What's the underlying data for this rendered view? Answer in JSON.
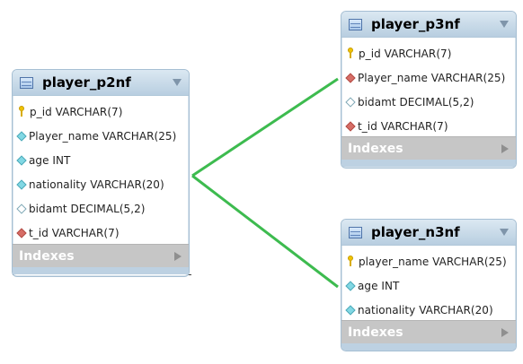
{
  "tables": [
    {
      "id": "player_p2nf",
      "title": "player_p2nf",
      "fields": [
        {
          "icon": "key-icon",
          "label": "p_id VARCHAR(7)"
        },
        {
          "icon": "cyan-diamond-icon",
          "label": "Player_name VARCHAR(25)"
        },
        {
          "icon": "cyan-diamond-icon",
          "label": "age INT"
        },
        {
          "icon": "cyan-diamond-icon",
          "label": "nationality VARCHAR(20)"
        },
        {
          "icon": "white-diamond-icon",
          "label": "bidamt DECIMAL(5,2)"
        },
        {
          "icon": "red-diamond-icon",
          "label": "t_id VARCHAR(7)"
        }
      ],
      "indexes_label": "Indexes"
    },
    {
      "id": "player_p3nf",
      "title": "player_p3nf",
      "fields": [
        {
          "icon": "key-icon",
          "label": "p_id VARCHAR(7)"
        },
        {
          "icon": "red-diamond-icon",
          "label": "Player_name VARCHAR(25)"
        },
        {
          "icon": "white-diamond-icon",
          "label": "bidamt DECIMAL(5,2)"
        },
        {
          "icon": "red-diamond-icon",
          "label": "t_id VARCHAR(7)"
        }
      ],
      "indexes_label": "Indexes"
    },
    {
      "id": "player_n3nf",
      "title": "player_n3nf",
      "fields": [
        {
          "icon": "key-icon",
          "label": "player_name VARCHAR(25)"
        },
        {
          "icon": "cyan-diamond-icon",
          "label": "age INT"
        },
        {
          "icon": "cyan-diamond-icon",
          "label": "nationality VARCHAR(20)"
        }
      ],
      "indexes_label": "Indexes"
    }
  ],
  "colors": {
    "relationship_line": "#3dbb4f",
    "header_gradient_top": "#dbe8f2",
    "header_gradient_bottom": "#b8cee0",
    "indexes_bg": "#c6c6c6"
  }
}
